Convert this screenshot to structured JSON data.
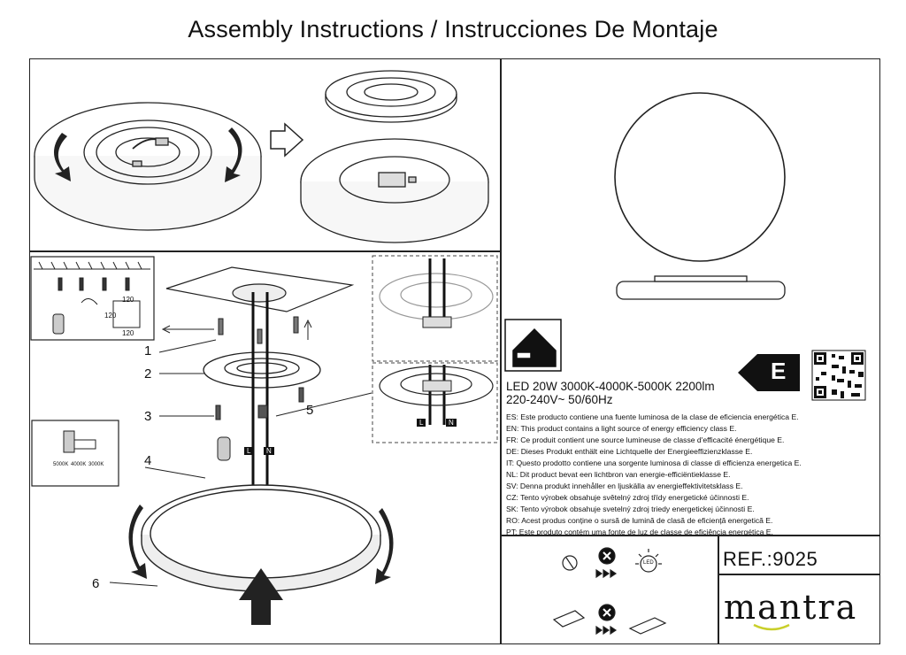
{
  "title": "Assembly Instructions / Instrucciones De Montaje",
  "callouts": [
    "1",
    "2",
    "3",
    "4",
    "5",
    "6"
  ],
  "wire_labels": {
    "live": "L",
    "neutral": "N"
  },
  "spacing_labels": [
    "120",
    "120",
    "120"
  ],
  "cct_labels": [
    "5000K",
    "4000K",
    "3000K"
  ],
  "energy": {
    "class": "E",
    "line1": "LED 20W 3000K-4000K-5000K 2200lm",
    "line2": "220-240V~ 50/60Hz",
    "statements": [
      "ES: Este producto contiene una fuente luminosa de la clase de eficiencia energética E.",
      "EN: This product contains a light source of energy efficiency class E.",
      "FR: Ce produit contient une source lumineuse de classe d'efficacité énergétique E.",
      "DE: Dieses Produkt enthält eine Lichtquelle der Energieeffizienzklasse E.",
      "IT: Questo prodotto contiene una sorgente luminosa di classe di efficienza energetica E.",
      "NL: Dit product bevat een lichtbron van energie-efficiëntieklasse E.",
      "SV: Denna produkt innehåller en ljuskälla av energieffektivitetsklass E.",
      "CZ: Tento výrobek obsahuje světelný zdroj třídy energetické účinnosti E.",
      "SK: Tento výrobok obsahuje svetelný zdroj triedy energetickej účinnosti E.",
      "RO: Acest produs conține o sursă de lumină de clasă de eficiență energetică E.",
      "PT: Este produto contém uma fonte de luz de classe de eficiência energética E."
    ]
  },
  "led_icon_label": "LED",
  "reference": "REF.:9025",
  "brand": "mantra"
}
